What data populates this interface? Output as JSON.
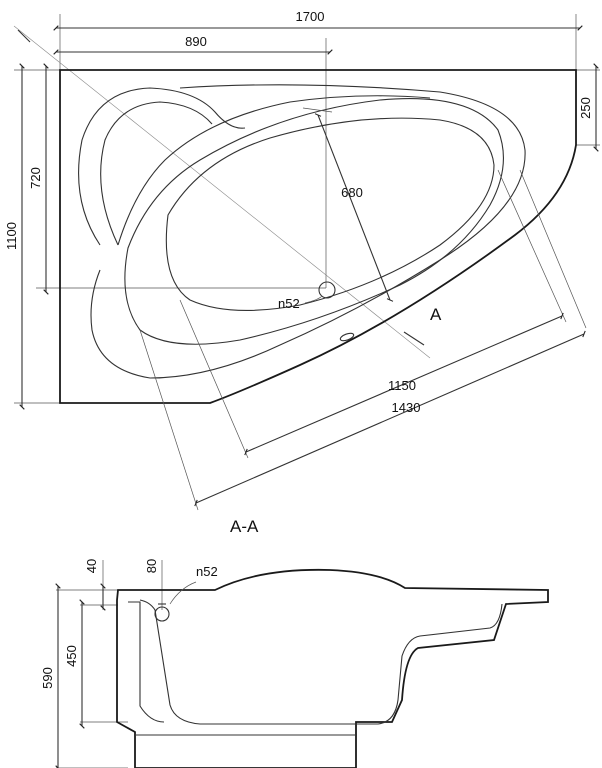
{
  "plan_view": {
    "dim_width_total": "1700",
    "dim_width_partial": "890",
    "dim_height_total": "1100",
    "dim_height_partial": "720",
    "dim_right_offset": "250",
    "dim_basin_depth": "680",
    "dim_inner_length": "1150",
    "dim_outer_length": "1430",
    "drain_label": "n52",
    "section_marker": "A"
  },
  "section_view": {
    "title": "A-A",
    "dim_rim_thickness": "40",
    "dim_drain_offset": "80",
    "dim_inner_depth": "450",
    "dim_total_height": "590",
    "drain_label": "n52"
  }
}
